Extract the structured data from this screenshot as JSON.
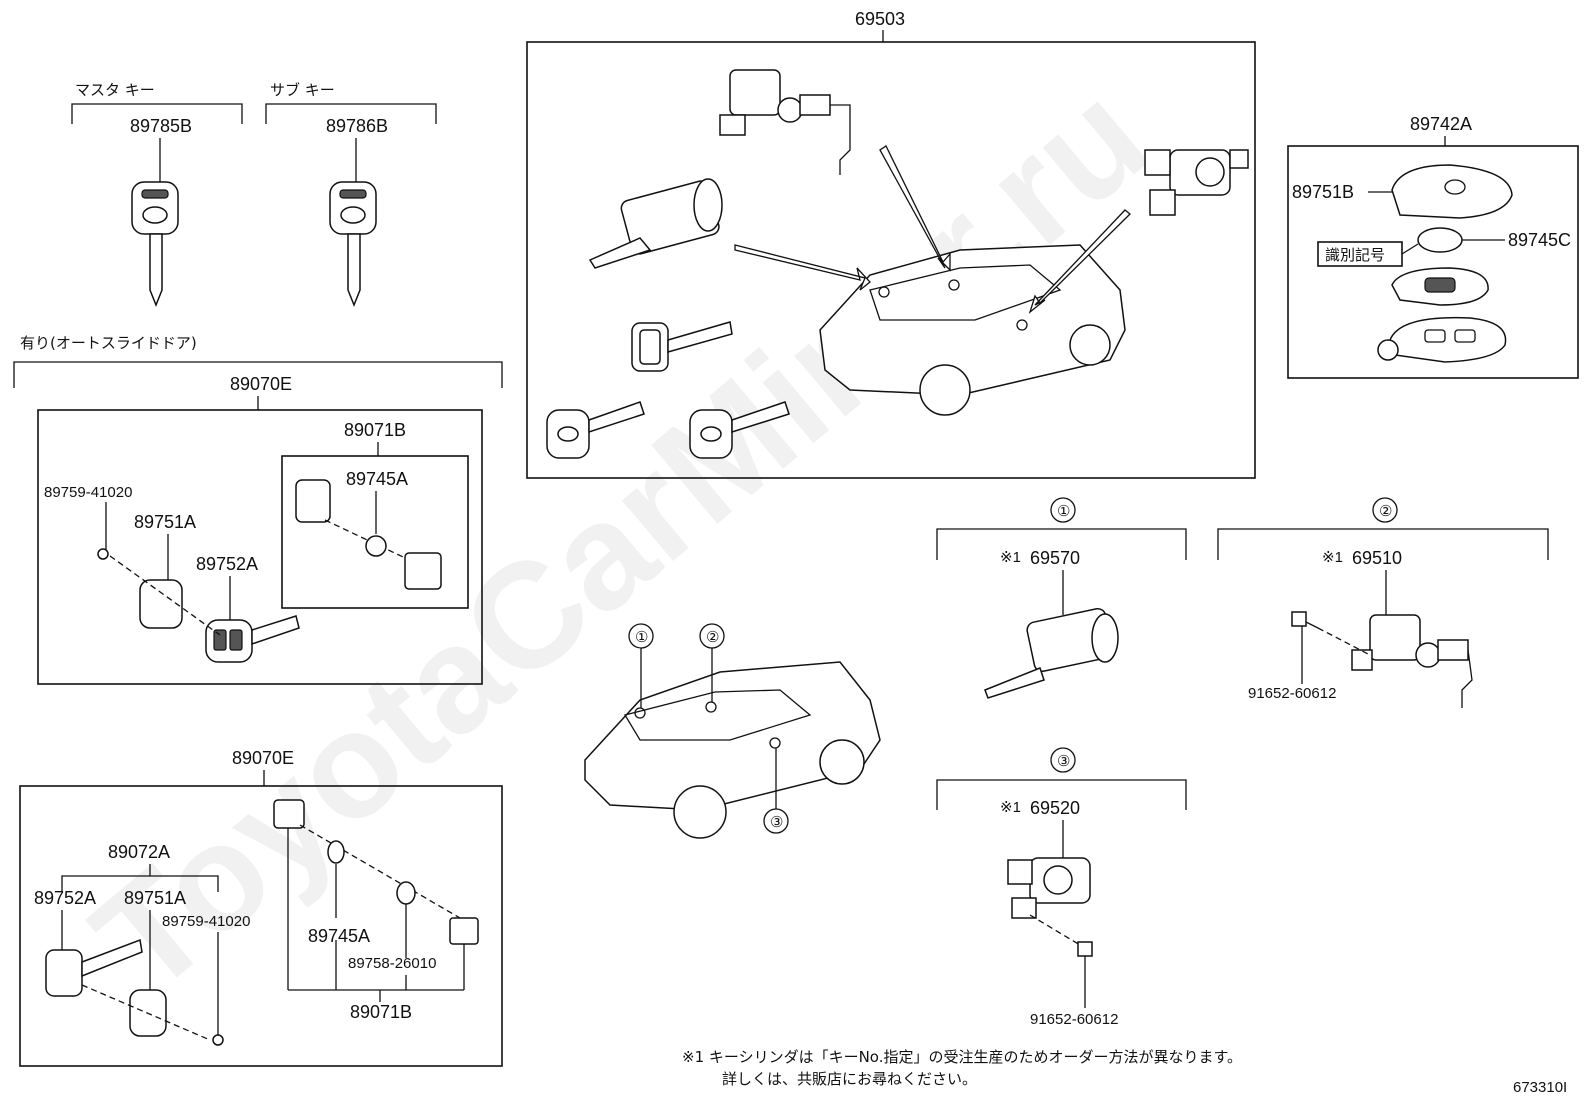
{
  "watermark": "ToyotaCarMiner.ru",
  "footer_code": "673310I",
  "note_line1": "※1 キーシリンダは「キーNo.指定」の受注生産のためオーダー方法が異なります。",
  "note_line2": "詳しくは、共販店にお尋ねください。",
  "master_key": {
    "group_label": "マスタ キー",
    "part": "89785B"
  },
  "sub_key": {
    "group_label": "サブ キー",
    "part": "89786B"
  },
  "set_69503": "69503",
  "remote": {
    "set": "89742A",
    "case": "89751B",
    "battery": "89745C",
    "id_tag": "識別記号"
  },
  "auto_slide": {
    "group_label": "有り(オートスライドドア)",
    "set": "89070E",
    "screw": "89759-41020",
    "cover": "89751A",
    "key": "89752A",
    "sub_set": "89071B",
    "battery": "89745A"
  },
  "lower_set": {
    "set": "89070E",
    "sub_set_a": "89072A",
    "key": "89752A",
    "cover": "89751A",
    "screw": "89759-41020",
    "battery": "89745A",
    "oring": "89758-26010",
    "sub_set_b": "89071B"
  },
  "callouts": {
    "one": "①",
    "two": "②",
    "three": "③"
  },
  "cyl_1": {
    "mark": "※1",
    "part": "69570"
  },
  "cyl_2": {
    "mark": "※1",
    "part": "69510",
    "bolt": "91652-60612"
  },
  "cyl_3": {
    "mark": "※1",
    "part": "69520",
    "bolt": "91652-60612"
  }
}
